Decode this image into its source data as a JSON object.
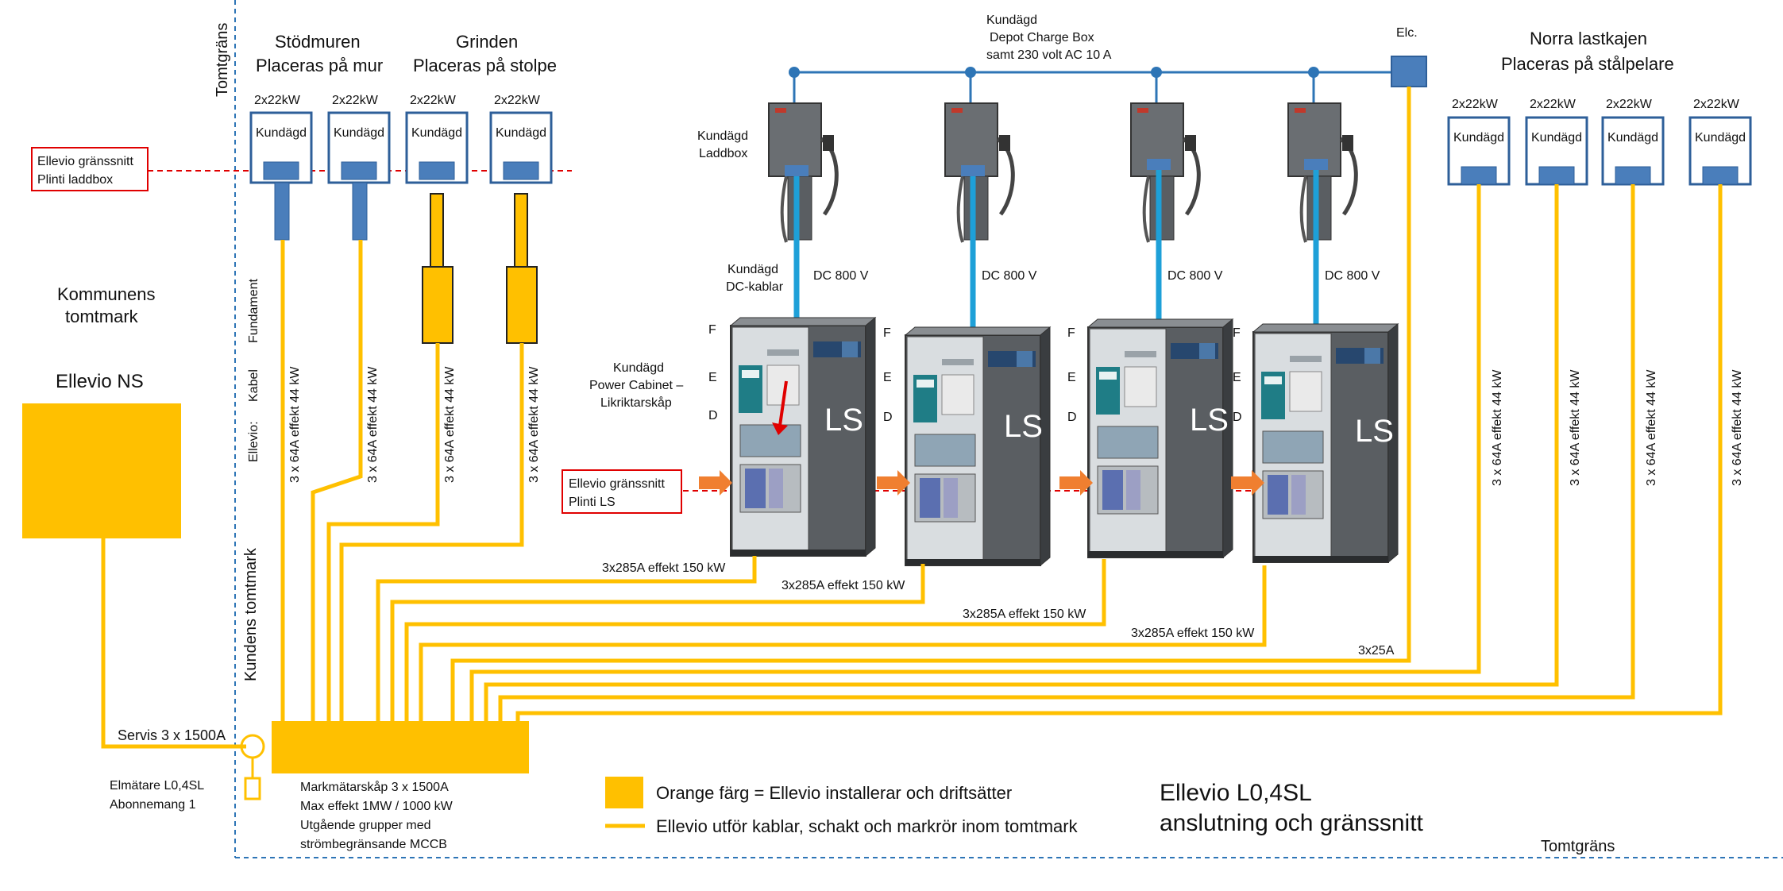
{
  "labels": {
    "tomtgrans_left": "Tomtgräns",
    "tomtgrans_bottom": "Tomtgräns",
    "stodmuren_title": "Stödmuren",
    "stodmuren_sub": "Placeras på mur",
    "grinden_title": "Grinden",
    "grinden_sub": "Placeras på stolpe",
    "norra_title": "Norra lastkajen",
    "norra_sub": "Placeras på stålpelare",
    "kommunens_1": "Kommunens",
    "kommunens_2": "tomtmark",
    "ellevio_ns": "Ellevio NS",
    "kundens_tomtmark": "Kundens tomtmark",
    "fundament": "Fundament",
    "kabel": "Kabel",
    "ellevio_colon": "Ellevio:",
    "grans_laddbox_1": "Ellevio gränssnitt",
    "grans_laddbox_2": "Plinti laddbox",
    "grans_ls_1": "Ellevio gränssnitt",
    "grans_ls_2": "Plinti LS",
    "depot_1": "Kundägd",
    "depot_2": "Depot Charge Box",
    "depot_3": "samt 230 volt  AC 10 A",
    "elc": "Elc.",
    "laddbox_1": "Kundägd",
    "laddbox_2": "Laddbox",
    "dc_kablar_1": "Kundägd",
    "dc_kablar_2": "DC-kablar",
    "power_cab_1": "Kundägd",
    "power_cab_2": "Power Cabinet –",
    "power_cab_3": "Likriktarskåp",
    "servis": "Servis 3 x 1500A",
    "elmatare_1": "Elmätare L0,4SL",
    "elmatare_2": "Abonnemang 1",
    "mark_1": "Markmätarskåp 3 x 1500A",
    "mark_2": "Max effekt  1MW / 1000 kW",
    "mark_3": "Utgående grupper med",
    "mark_4": "strömbegränsande  MCCB",
    "legend_orange": "Orange färg = Ellevio installerar och driftsätter",
    "legend_line": "Ellevio utför kablar, schakt och markrör inom tomtmark",
    "footer_1": "Ellevio L0,4SL",
    "footer_2": "anslutning och gränssnitt",
    "cable_25a": "3x25A"
  },
  "wall_boxes": [
    {
      "power": "2x22kW",
      "label": "Kundägd",
      "cable": "3 x 64A effekt 44 kW"
    },
    {
      "power": "2x22kW",
      "label": "Kundägd",
      "cable": "3 x 64A effekt 44 kW"
    },
    {
      "power": "2x22kW",
      "label": "Kundägd",
      "cable": "3 x 64A effekt 44 kW"
    },
    {
      "power": "2x22kW",
      "label": "Kundägd",
      "cable": "3 x 64A effekt 44 kW"
    }
  ],
  "dock_boxes": [
    {
      "power": "2x22kW",
      "label": "Kundägd",
      "cable": "3 x 64A effekt 44 kW"
    },
    {
      "power": "2x22kW",
      "label": "Kundägd",
      "cable": "3 x 64A effekt 44 kW"
    },
    {
      "power": "2x22kW",
      "label": "Kundägd",
      "cable": "3 x 64A effekt 44 kW"
    },
    {
      "power": "2x22kW",
      "label": "Kundägd",
      "cable": "3 x 64A effekt 44 kW"
    }
  ],
  "chargers": [
    {
      "dc": "DC 800 V",
      "cabinet": "LS",
      "cable": "3x285A effekt 150 kW"
    },
    {
      "dc": "DC 800 V",
      "cabinet": "LS",
      "cable": "3x285A effekt 150 kW"
    },
    {
      "dc": "DC 800 V",
      "cabinet": "LS",
      "cable": "3x285A effekt 150 kW"
    },
    {
      "dc": "DC 800 V",
      "cabinet": "LS",
      "cable": "3x285A effekt 150 kW"
    }
  ],
  "cabinet_markers": [
    "F",
    "E",
    "D"
  ],
  "colors": {
    "ellevio_orange": "#ffc000",
    "customer_blue": "#4a7ebb",
    "dc_cable_blue": "#1ea0d8",
    "interface_red": "#e00000",
    "cabinet_grey": "#5a5e62"
  }
}
